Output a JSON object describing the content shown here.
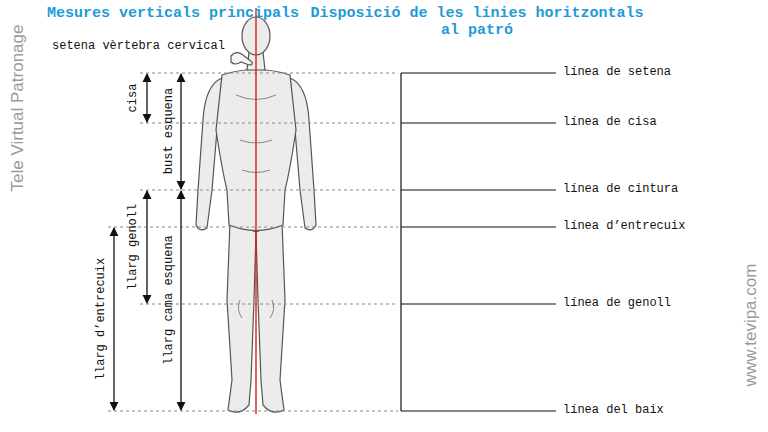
{
  "diagram": {
    "labels": [
      "Mesures verticals principals",
      "Disposició de les línies horitzontals al patró",
      "setena vèrtebra cervical",
      "cisa",
      "bust esquena",
      "llarg genoll",
      "llarg cama esquena",
      "llarg d’entrecuix",
      "línea de setena",
      "línea de cisa",
      "línea de cintura",
      "línea d’entrecuix",
      "línea de genoll",
      "línea del baix",
      "Tele Virtual Patronage",
      "www.tevipa.com"
    ]
  }
}
